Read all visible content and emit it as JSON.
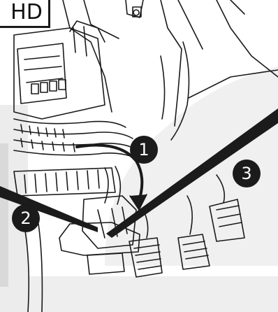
{
  "badge": {
    "text": "HD"
  },
  "callouts": [
    {
      "label": "1"
    },
    {
      "label": "2"
    },
    {
      "label": "3"
    }
  ],
  "colors": {
    "line": "#1a1a1a",
    "watermark": "#ececec",
    "callout_fill": "#1b1b1b",
    "callout_text": "#ffffff",
    "grey_panel": "#d9d9d9"
  }
}
